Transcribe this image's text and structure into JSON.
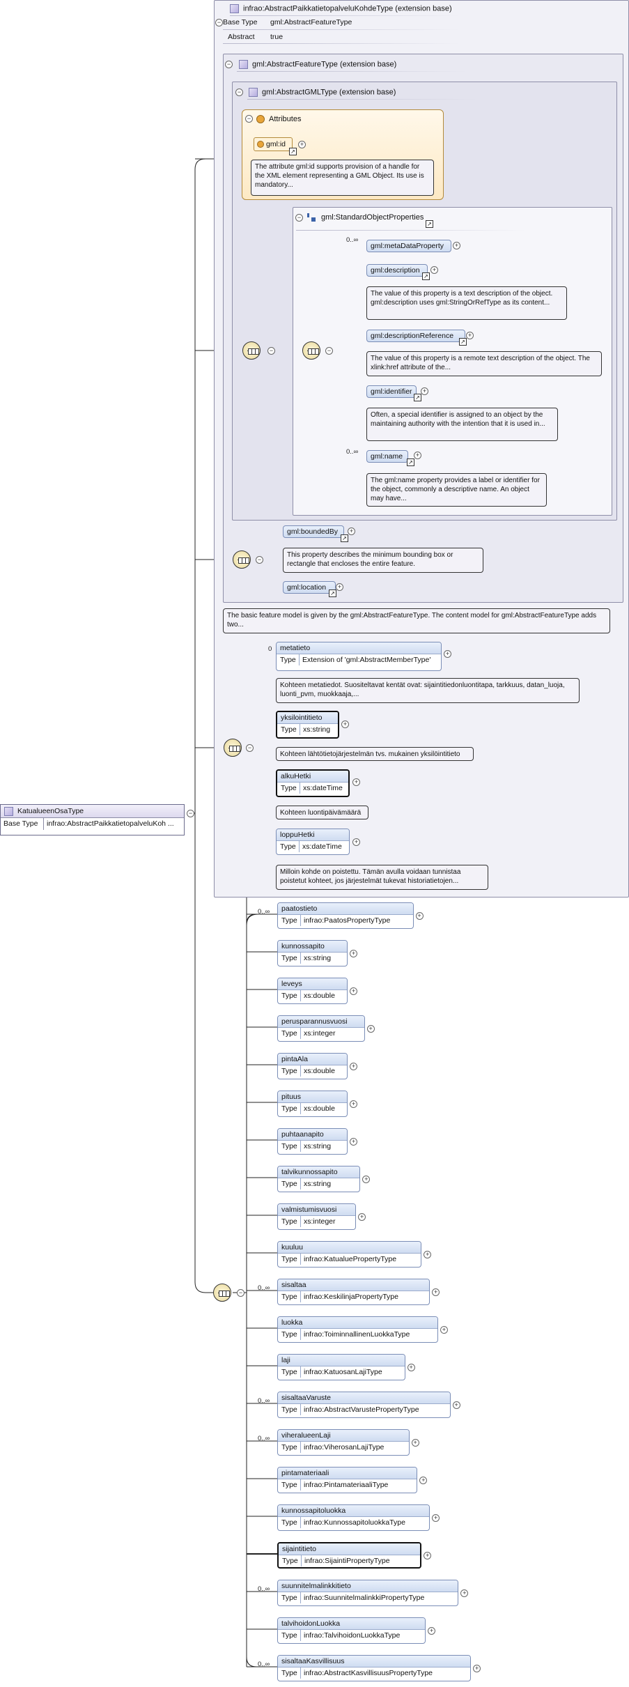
{
  "main_type": {
    "name": "KatualueenOsaType",
    "base_type_label": "Base Type",
    "base_type_value": "infrao:AbstractPaikkatietopalveluKoh ..."
  },
  "base_frame": {
    "title": "infrao:AbstractPaikkatietopalveluKohdeType (extension base)",
    "rows": [
      {
        "k": "Base Type",
        "v": "gml:AbstractFeatureType"
      },
      {
        "k": "Abstract",
        "v": "true"
      }
    ]
  },
  "feature_frame": {
    "title": "gml:AbstractFeatureType (extension base)"
  },
  "gml_frame": {
    "title": "gml:AbstractGMLType (extension base)"
  },
  "attributes": {
    "title": "Attributes",
    "id_label": "gml:id",
    "id_doc": "The attribute gml:id supports provision of a handle for the XML element representing a GML Object. Its use is mandatory..."
  },
  "std_props": {
    "title": "gml:StandardObjectProperties",
    "items": [
      {
        "label": "gml:metaDataProperty",
        "occ": "0..∞",
        "doc": ""
      },
      {
        "label": "gml:description",
        "occ": "",
        "doc": "The value of this property is a text description of the object. gml:description uses gml:StringOrRefType as its content..."
      },
      {
        "label": "gml:descriptionReference",
        "occ": "",
        "doc": "The value of this property is a remote text description of the object. The xlink:href attribute of the..."
      },
      {
        "label": "gml:identifier",
        "occ": "",
        "doc": "Often, a special identifier is assigned to an object by the maintaining authority with the intention that it is used in..."
      },
      {
        "label": "gml:name",
        "occ": "0..∞",
        "doc": "The gml:name property provides a label or identifier for the object, commonly a descriptive name. An object may have..."
      }
    ]
  },
  "bounded": {
    "bounded_label": "gml:boundedBy",
    "bounded_doc": "This property describes the minimum bounding box or rectangle that encloses the entire feature.",
    "location_label": "gml:location"
  },
  "feature_doc": "The basic feature model is given by the gml:AbstractFeatureType. The content model for gml:AbstractFeatureType adds two...",
  "base_elements": [
    {
      "name": "metatieto",
      "type": "Extension of 'gml:AbstractMemberType'",
      "occ": "0",
      "doc": "Kohteen metatiedot. Suositeltavat kentät ovat: sijaintitiedonluontitapa, tarkkuus, datan_luoja, luonti_pvm, muokkaaja,..."
    },
    {
      "name": "yksilointitieto",
      "type": "xs:string",
      "occ": "",
      "doc": "Kohteen lähtötietojärjestelmän tvs. mukainen yksilöintitieto"
    },
    {
      "name": "alkuHetki",
      "type": "xs:dateTime",
      "occ": "",
      "doc": "Kohteen luontipäivämäärä"
    },
    {
      "name": "loppuHetki",
      "type": "xs:dateTime",
      "occ": "",
      "doc": "Milloin kohde on poistettu. Tämän avulla voidaan tunnistaa poistetut kohteet, jos järjestelmät tukevat historiatietojen..."
    }
  ],
  "type_label": "Type",
  "elements": [
    {
      "name": "paatostieto",
      "type": "infrao:PaatosPropertyType",
      "occ": "0..∞"
    },
    {
      "name": "kunnossapito",
      "type": "xs:string",
      "occ": ""
    },
    {
      "name": "leveys",
      "type": "xs:double",
      "occ": ""
    },
    {
      "name": "perusparannusvuosi",
      "type": "xs:integer",
      "occ": ""
    },
    {
      "name": "pintaAla",
      "type": "xs:double",
      "occ": ""
    },
    {
      "name": "pituus",
      "type": "xs:double",
      "occ": ""
    },
    {
      "name": "puhtaanapito",
      "type": "xs:string",
      "occ": ""
    },
    {
      "name": "talvikunnossapito",
      "type": "xs:string",
      "occ": ""
    },
    {
      "name": "valmistumisvuosi",
      "type": "xs:integer",
      "occ": ""
    },
    {
      "name": "kuuluu",
      "type": "infrao:KatualuePropertyType",
      "occ": ""
    },
    {
      "name": "sisaltaa",
      "type": "infrao:KeskilinjaPropertyType",
      "occ": "0..∞"
    },
    {
      "name": "luokka",
      "type": "infrao:ToiminnallinenLuokkaType",
      "occ": ""
    },
    {
      "name": "laji",
      "type": "infrao:KatuosanLajiType",
      "occ": ""
    },
    {
      "name": "sisaltaaVaruste",
      "type": "infrao:AbstractVarustePropertyType",
      "occ": "0..∞"
    },
    {
      "name": "viheralueenLaji",
      "type": "infrao:ViherosanLajiType",
      "occ": "0..∞"
    },
    {
      "name": "pintamateriaali",
      "type": "infrao:PintamateriaaliType",
      "occ": ""
    },
    {
      "name": "kunnossapitoluokka",
      "type": "infrao:KunnossapitoluokkaType",
      "occ": ""
    },
    {
      "name": "sijaintitieto",
      "type": "infrao:SijaintiPropertyType",
      "occ": ""
    },
    {
      "name": "suunnitelmalinkkitieto",
      "type": "infrao:SuunnitelmalinkkiPropertyType",
      "occ": "0..∞"
    },
    {
      "name": "talvihoidonLuokka",
      "type": "infrao:TalvihoidonLuokkaType",
      "occ": ""
    },
    {
      "name": "sisaltaaKasvillisuus",
      "type": "infrao:AbstractKasvillisuusPropertyType",
      "occ": "0..∞"
    }
  ]
}
